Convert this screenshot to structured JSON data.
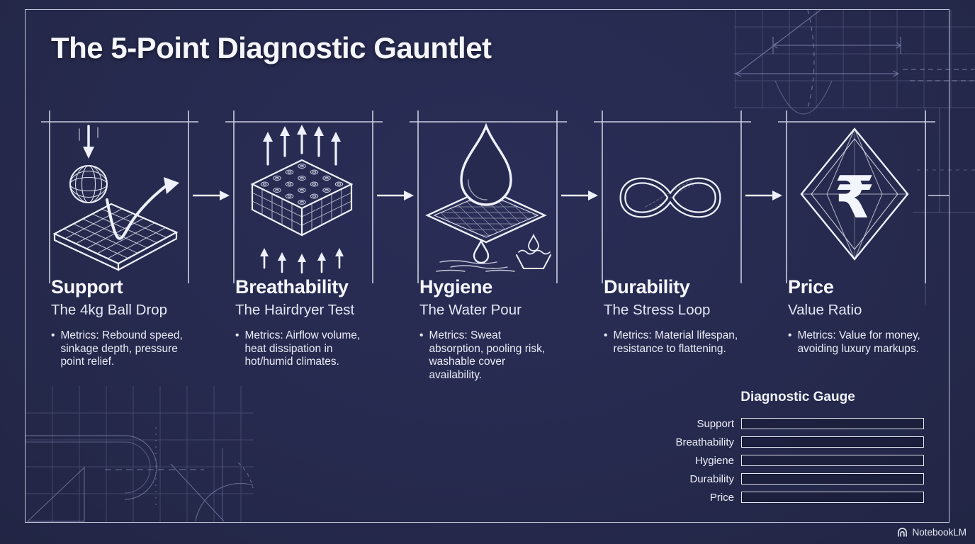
{
  "title": "The 5-Point Diagnostic Gauntlet",
  "columns": [
    {
      "heading": "Support",
      "subtitle": "The 4kg Ball Drop",
      "metric": "Metrics: Rebound speed, sinkage depth, pressure point relief.",
      "icon": "ball-drop-icon"
    },
    {
      "heading": "Breathability",
      "subtitle": "The Hairdryer Test",
      "metric": "Metrics: Airflow volume, heat dissipation in hot/humid climates.",
      "icon": "airflow-block-icon"
    },
    {
      "heading": "Hygiene",
      "subtitle": "The Water Pour",
      "metric": "Metrics: Sweat absorption, pooling risk, washable cover availability.",
      "icon": "water-drop-icon"
    },
    {
      "heading": "Durability",
      "subtitle": "The Stress Loop",
      "metric": "Metrics: Material lifespan, resistance to flattening.",
      "icon": "infinity-loop-icon"
    },
    {
      "heading": "Price",
      "subtitle": "Value Ratio",
      "metric": "Metrics: Value for money, avoiding luxury markups.",
      "icon": "rupee-diamond-icon"
    }
  ],
  "gauge": {
    "title": "Diagnostic Gauge",
    "rows": [
      {
        "label": "Support",
        "value": 0
      },
      {
        "label": "Breathability",
        "value": 0
      },
      {
        "label": "Hygiene",
        "value": 0
      },
      {
        "label": "Durability",
        "value": 0
      },
      {
        "label": "Price",
        "value": 0
      }
    ]
  },
  "watermark": {
    "label": "NotebookLM"
  },
  "icons": {
    "step_arrow": "right-arrow-icon",
    "watermark_logo": "notebooklm-logo-icon"
  },
  "colors": {
    "background": "#262a4e",
    "line_white": "#eef1fb",
    "faint_blueprint": "#aab2dd"
  }
}
